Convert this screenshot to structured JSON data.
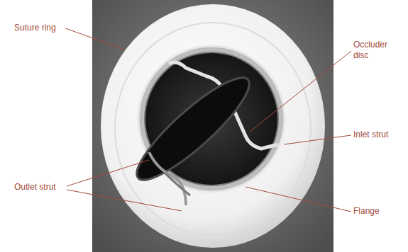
{
  "diagram": {
    "labels": [
      "Suture ring",
      "Occluder disc",
      "Inlet strut",
      "Outlet strut",
      "Flange"
    ]
  }
}
